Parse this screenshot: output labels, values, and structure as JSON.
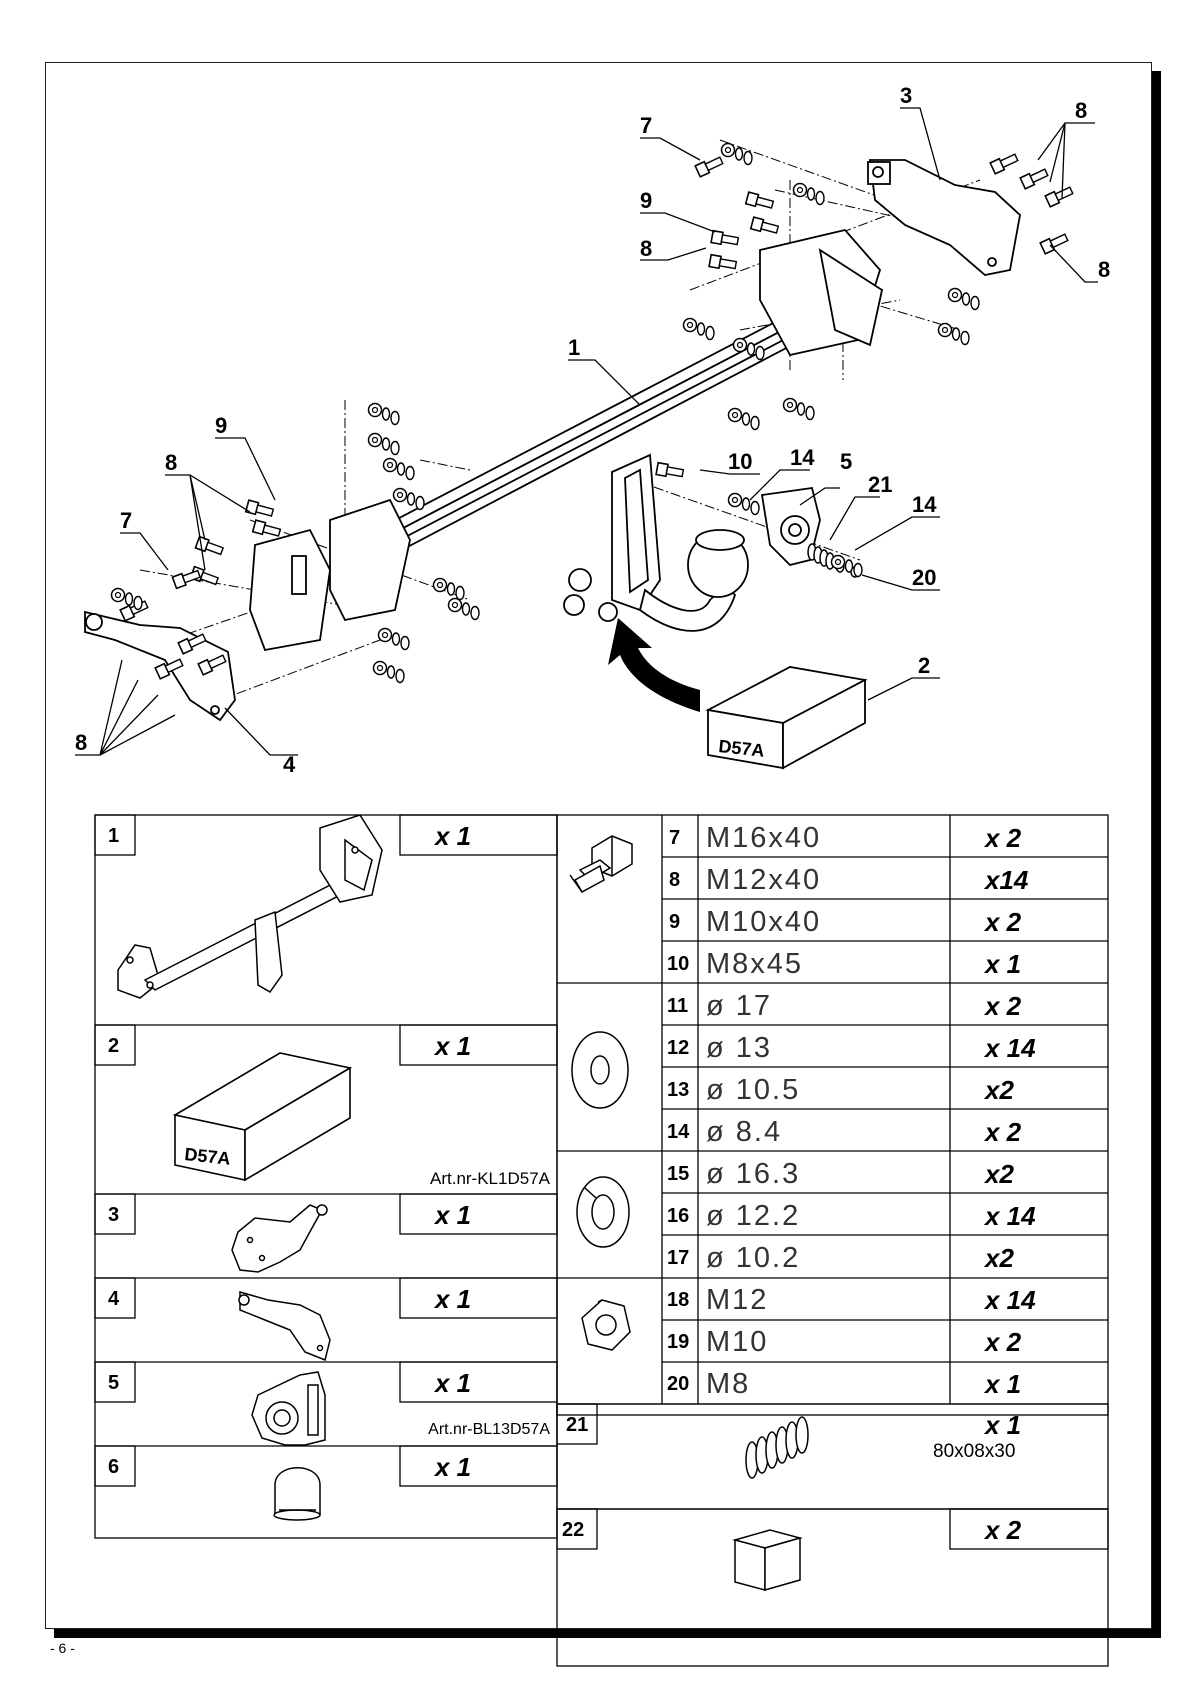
{
  "drawing": {
    "callouts": {
      "c7a": "7",
      "c9a": "9",
      "c8a": "8",
      "c3": "3",
      "c8b": "8",
      "c8c": "8",
      "c1": "1",
      "c9b": "9",
      "c8d": "8",
      "c7b": "7",
      "c10": "10",
      "c14a": "14",
      "c5": "5",
      "c21": "21",
      "c14b": "14",
      "c20": "20",
      "c2": "2",
      "c8e": "8",
      "c4": "4"
    },
    "box_label": "D57A"
  },
  "parts_left": [
    {
      "no": "1",
      "qty": "x 1",
      "icon": "towbar-crossbar-icon"
    },
    {
      "no": "2",
      "qty": "x 1",
      "icon": "electrical-kit-box-icon",
      "box_label": "D57A",
      "art": "Art.nr-KL1D57A"
    },
    {
      "no": "3",
      "qty": "x 1",
      "icon": "right-bracket-icon"
    },
    {
      "no": "4",
      "qty": "x 1",
      "icon": "left-bracket-icon"
    },
    {
      "no": "5",
      "qty": "x 1",
      "icon": "socket-plate-icon",
      "art": "Art.nr-BL13D57A"
    },
    {
      "no": "6",
      "qty": "x 1",
      "icon": "ball-cover-icon"
    }
  ],
  "hardware": [
    {
      "no": "7",
      "spec": "M16x40",
      "qty": "x 2"
    },
    {
      "no": "8",
      "spec": "M12x40",
      "qty": "x14"
    },
    {
      "no": "9",
      "spec": "M10x40",
      "qty": "x 2"
    },
    {
      "no": "10",
      "spec": "M8x45",
      "qty": "x 1"
    },
    {
      "no": "11",
      "spec": "ø 17",
      "qty": "x 2"
    },
    {
      "no": "12",
      "spec": "ø 13",
      "qty": "x 14"
    },
    {
      "no": "13",
      "spec": "ø 10.5",
      "qty": "x2"
    },
    {
      "no": "14",
      "spec": "ø 8.4",
      "qty": "x 2"
    },
    {
      "no": "15",
      "spec": "ø 16.3",
      "qty": "x2"
    },
    {
      "no": "16",
      "spec": "ø 12.2",
      "qty": "x 14"
    },
    {
      "no": "17",
      "spec": "ø 10.2",
      "qty": "x2"
    },
    {
      "no": "18",
      "spec": "M12",
      "qty": "x 14"
    },
    {
      "no": "19",
      "spec": "M10",
      "qty": "x 2"
    },
    {
      "no": "20",
      "spec": "M8",
      "qty": "x 1"
    }
  ],
  "hardware_icons": [
    "bolt-icon",
    "flat-washer-icon",
    "spring-washer-icon",
    "hex-nut-icon"
  ],
  "part21": {
    "no": "21",
    "qty": "x 1",
    "size": "80x08x30",
    "icon": "spring-icon"
  },
  "part22": {
    "no": "22",
    "qty": "x 2",
    "icon": "spacer-block-icon"
  },
  "page_number": "- 6 -"
}
